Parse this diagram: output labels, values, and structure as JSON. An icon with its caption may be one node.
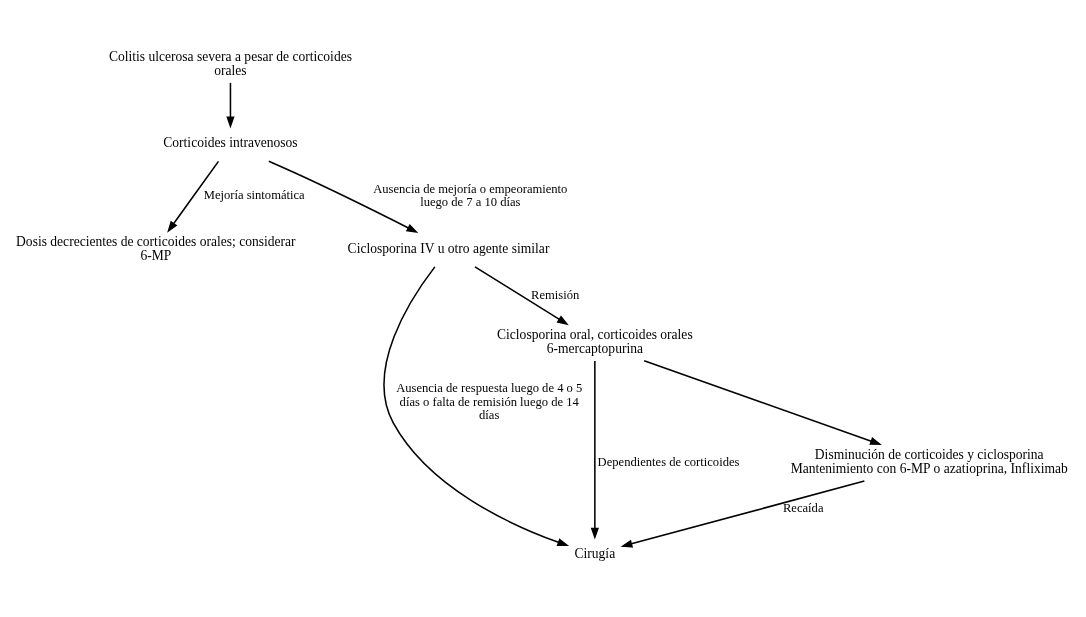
{
  "diagram": {
    "nodes": [
      {
        "text": [
          "Colitis ulcerosa severa a pesar de corticoides orales"
        ]
      },
      {
        "text": [
          "Corticoides intravenosos"
        ]
      },
      {
        "text": [
          "Dosis decrecientes de corticoides orales; considerar 6-MP"
        ]
      },
      {
        "text": [
          "Ciclosporina IV u otro agente similar"
        ]
      },
      {
        "text": [
          "Cirugía"
        ]
      },
      {
        "text": [
          "Ciclosporina oral, corticoides orales 6-mercaptopurina"
        ]
      },
      {
        "text": [
          "Disminución de corticoides y ciclosporina",
          "Mantenimiento con 6-MP o azatioprina, Infliximab"
        ]
      }
    ],
    "edges": [
      {
        "from": 0,
        "to": 1,
        "arrow": "to"
      },
      {
        "from": 1,
        "to": 2,
        "arrow": "to",
        "label": "Mejoría sintomática"
      },
      {
        "from": 1,
        "to": 3,
        "arrow": "to",
        "label": "Ausencia de mejoría o empeoramiento luego de 7 a 10 días"
      },
      {
        "from": 3,
        "to": 4,
        "arrow": "to",
        "label": "Ausencia de respuesta luego de 4 o 5 días o falta de remisión luego de 14 días"
      },
      {
        "from": 3,
        "to": 5,
        "arrow": "to",
        "label": "Remisión"
      },
      {
        "from": 5,
        "to": 4,
        "arrow": "to",
        "label": "Dependientes de corticoides"
      },
      {
        "from": 5,
        "to": 6,
        "arrow": "to"
      },
      {
        "from": 6,
        "to": 4,
        "arrow": "to",
        "label": "Recaída"
      }
    ]
  }
}
